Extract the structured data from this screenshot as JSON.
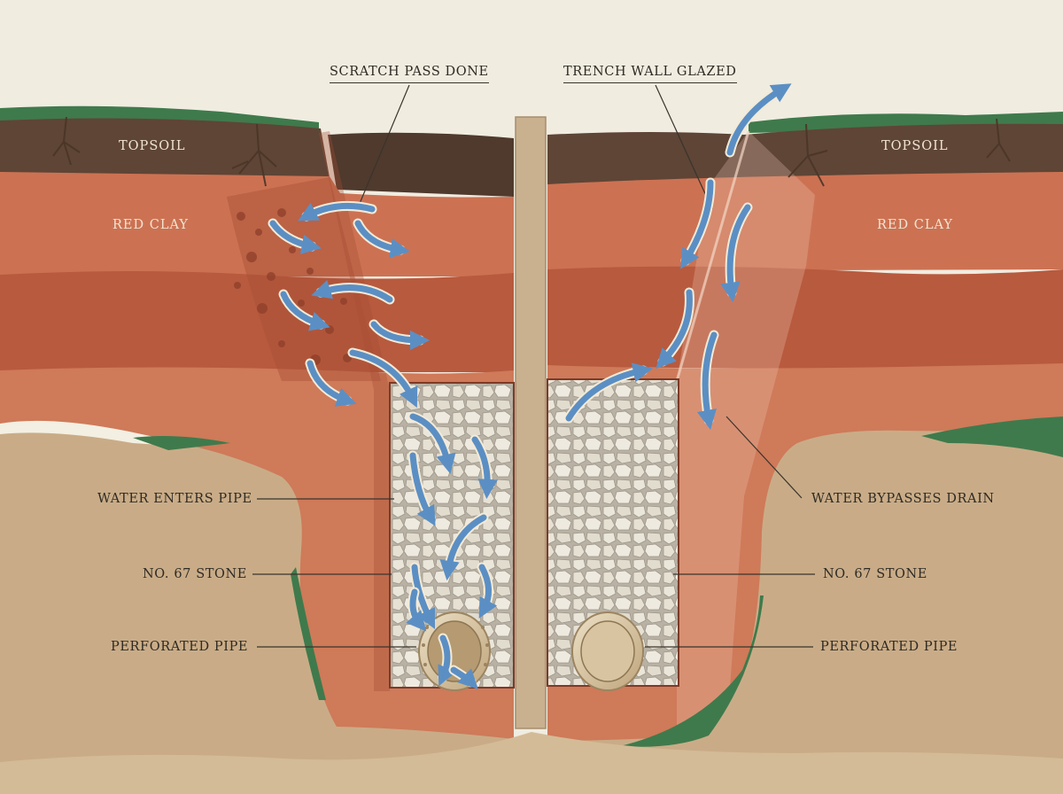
{
  "callouts": {
    "scratch_pass": "SCRATCH PASS DONE",
    "trench_wall": "TRENCH WALL GLAZED",
    "water_enters": "WATER ENTERS PIPE",
    "water_bypasses": "WATER BYPASSES DRAIN",
    "stone_left": "NO. 67 STONE",
    "stone_right": "NO. 67 STONE",
    "pipe_left": "PERFORATED PIPE",
    "pipe_right": "PERFORATED PIPE"
  },
  "layers": {
    "topsoil_left": "TOPSOIL",
    "topsoil_right": "TOPSOIL",
    "clay_left": "RED CLAY",
    "clay_right": "RED CLAY"
  },
  "colors": {
    "background": "#f0ece0",
    "grass": "#3f7a4c",
    "topsoil": "#5e4536",
    "clay_light": "#cc7253",
    "clay_dark": "#b85a3e",
    "subsoil": "#c9ac87",
    "gravel": "#e4dfd3",
    "pipe": "#ddc9a4",
    "water_arrow": "#5b8fc4",
    "divider": "#c9b08f"
  },
  "icons": {
    "flow": "water-flow-arrow-icon",
    "roots": "root-icon"
  }
}
